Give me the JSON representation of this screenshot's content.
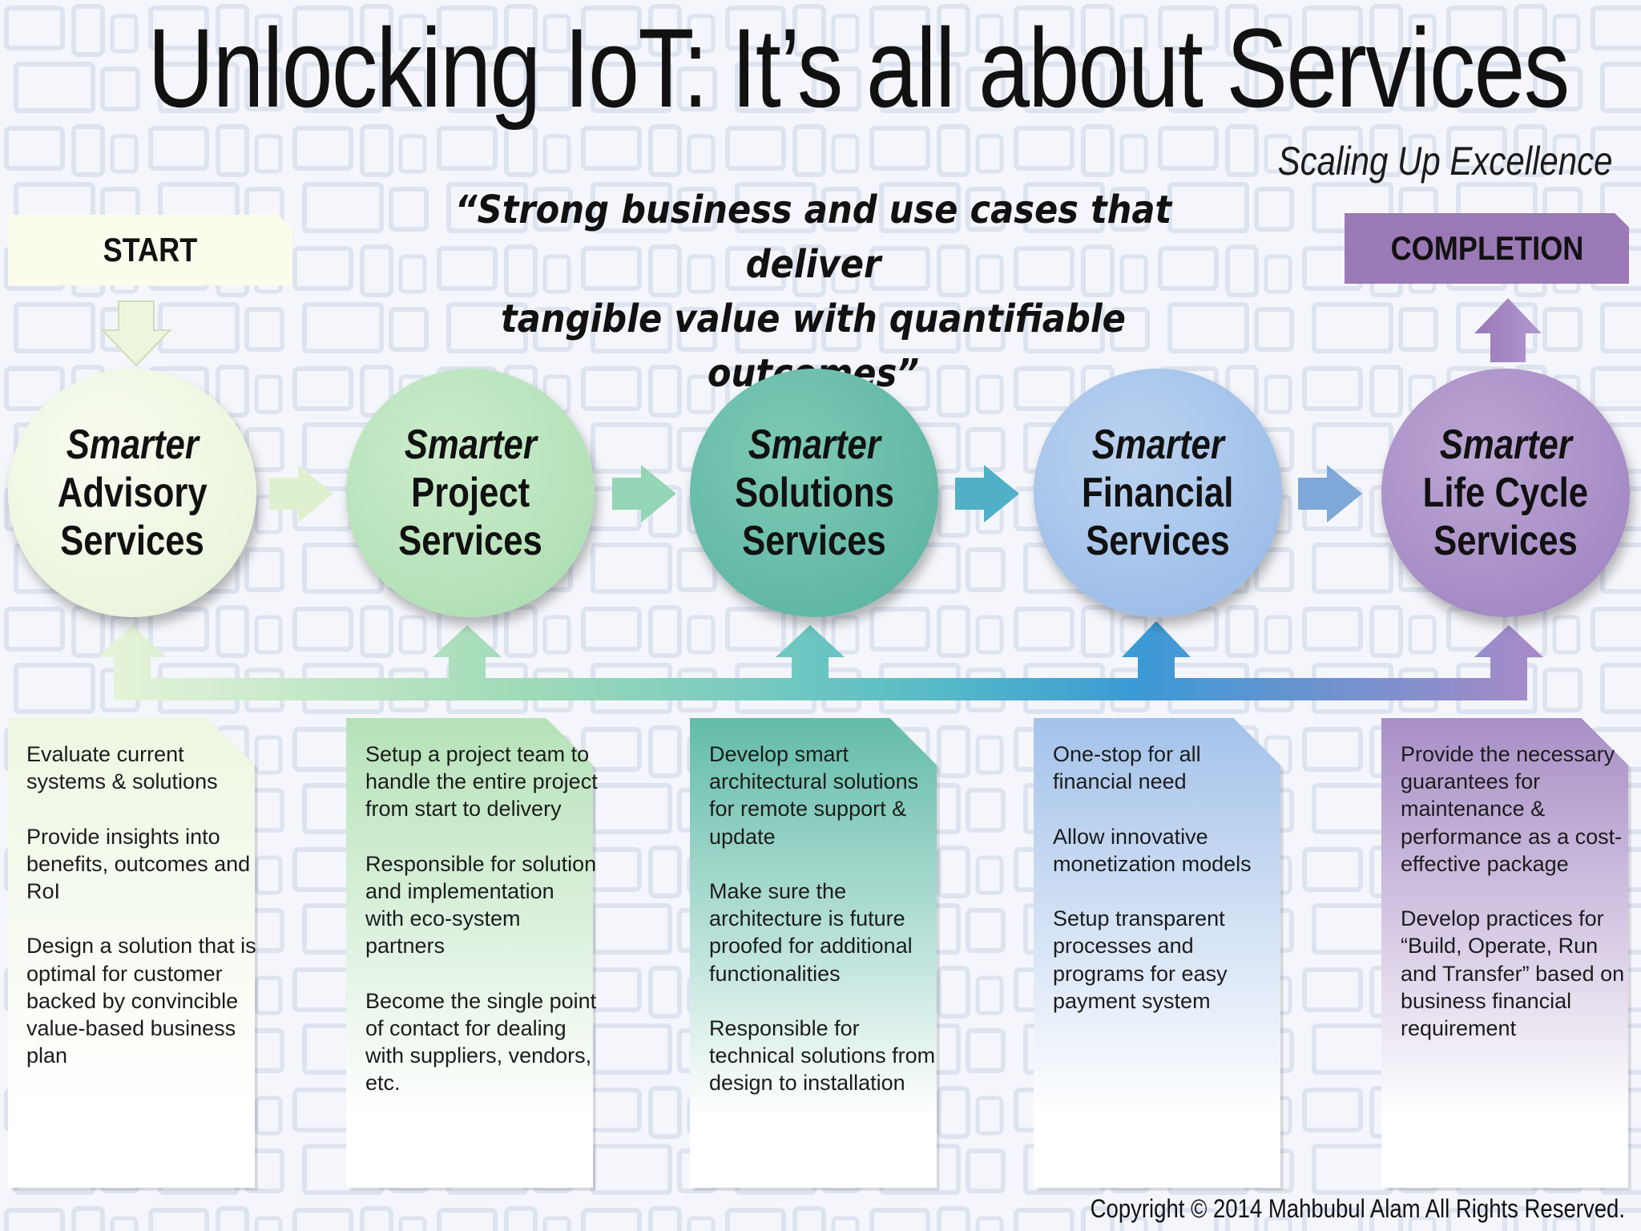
{
  "title": "Unlocking IoT: It’s all about Services",
  "subtitle": "Scaling Up Excellence",
  "quote_line1": "“Strong business and use cases that deliver",
  "quote_line2": "tangible value with quantifiable outcomes”",
  "start_label": "START",
  "completion_label": "COMPLETION",
  "services": [
    {
      "line1": "Smarter",
      "line2": "Advisory",
      "line3": "Services",
      "color": "#eef7e2",
      "description": "Evaluate current systems & solutions\n\nProvide insights into benefits, outcomes and RoI\n\nDesign a solution that is optimal for customer backed by convincible value-based business plan"
    },
    {
      "line1": "Smarter",
      "line2": "Project",
      "line3": "Services",
      "color": "#b6e2b8",
      "description": "Setup a project team to handle the entire project from start to delivery\n\nResponsible for solution and implementation with eco-system partners\n\nBecome the single point of contact for dealing with suppliers, vendors, etc."
    },
    {
      "line1": "Smarter",
      "line2": "Solutions",
      "line3": "Services",
      "color": "#63bca8",
      "description": "Develop smart architectural solutions for remote support & update\n\nMake sure the architecture is future proofed for additional functionalities\n\nResponsible for technical solutions from design to installation"
    },
    {
      "line1": "Smarter",
      "line2": "Financial",
      "line3": "Services",
      "color": "#a4c2ea",
      "description": "One-stop for all financial need\n\nAllow innovative monetization models\n\nSetup transparent processes and programs for easy payment system"
    },
    {
      "line1": "Smarter",
      "line2": "Life Cycle",
      "line3": "Services",
      "color": "#a88ec6",
      "description": "Provide the necessary guarantees for maintenance & performance as a cost-effective package\n\nDevelop practices for “Build, Operate, Run and Transfer” based on business financial requirement"
    }
  ],
  "copyright": "Copyright © 2014  Mahbubul Alam All Rights Reserved."
}
